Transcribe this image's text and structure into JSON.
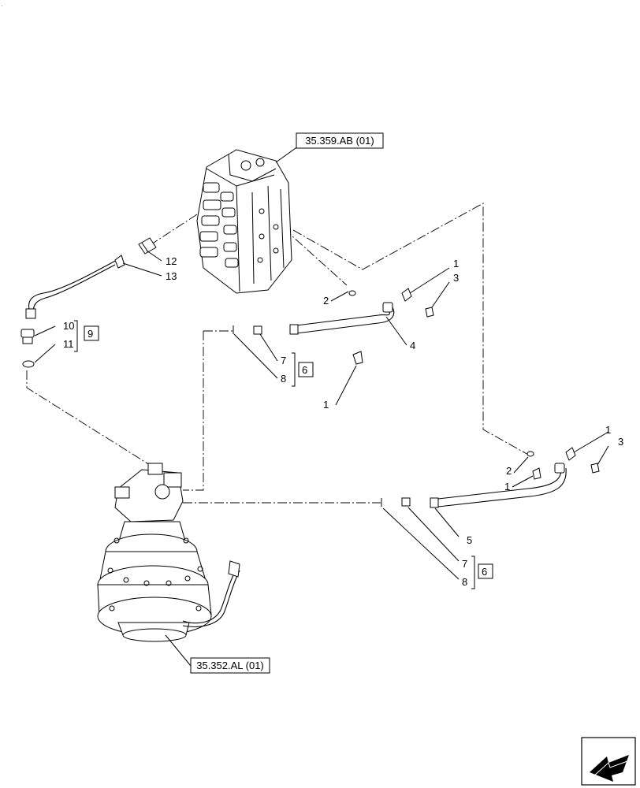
{
  "references": {
    "control_valve": "35.359.AB (01)",
    "swing_motor": "35.352.AL (01)"
  },
  "callouts": {
    "c1a": "1",
    "c1b": "1",
    "c1c": "1",
    "c1d": "1",
    "c2a": "2",
    "c2b": "2",
    "c3a": "3",
    "c3b": "3",
    "c4": "4",
    "c5": "5",
    "c6a": "6",
    "c6b": "6",
    "c7a": "7",
    "c7b": "7",
    "c8a": "8",
    "c8b": "8",
    "c9": "9",
    "c10": "10",
    "c11": "11",
    "c12": "12",
    "c13": "13"
  },
  "nav_icon": "arrow-next-page-icon",
  "colors": {
    "ink": "#000000",
    "background": "#ffffff"
  }
}
